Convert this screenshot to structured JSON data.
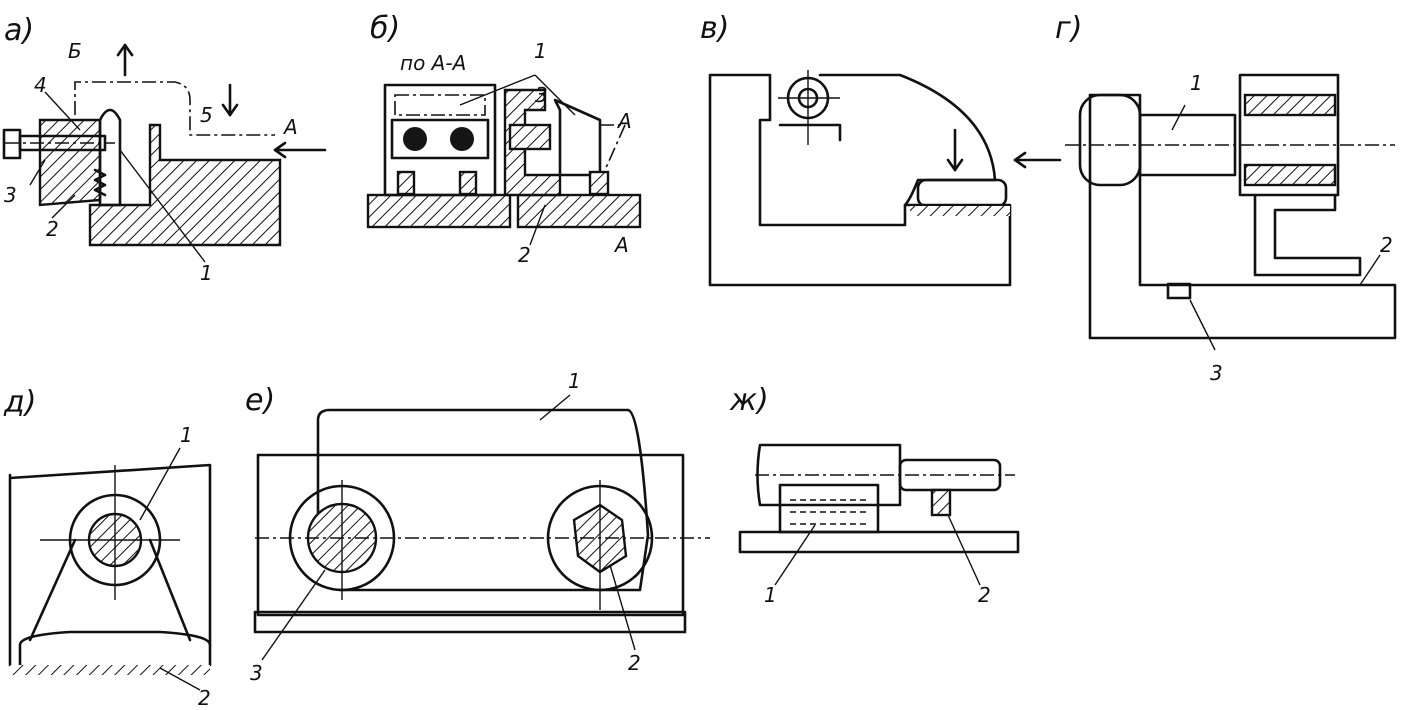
{
  "figures": [
    {
      "id": "a",
      "letter": "а)",
      "numbers": [
        "1",
        "2",
        "3",
        "4",
        "5"
      ],
      "letters": [
        "Б",
        "А"
      ]
    },
    {
      "id": "b",
      "letter": "б)",
      "section": "по А-А",
      "numbers": [
        "1",
        "2",
        "3"
      ],
      "letters": [
        "А",
        "А"
      ]
    },
    {
      "id": "v",
      "letter": "в)"
    },
    {
      "id": "g",
      "letter": "г)",
      "numbers": [
        "1",
        "2",
        "3"
      ]
    },
    {
      "id": "d",
      "letter": "д)",
      "numbers": [
        "1",
        "2"
      ]
    },
    {
      "id": "e",
      "letter": "е)",
      "numbers": [
        "1",
        "2",
        "3"
      ]
    },
    {
      "id": "zh",
      "letter": "ж)",
      "numbers": [
        "1",
        "2"
      ]
    }
  ]
}
